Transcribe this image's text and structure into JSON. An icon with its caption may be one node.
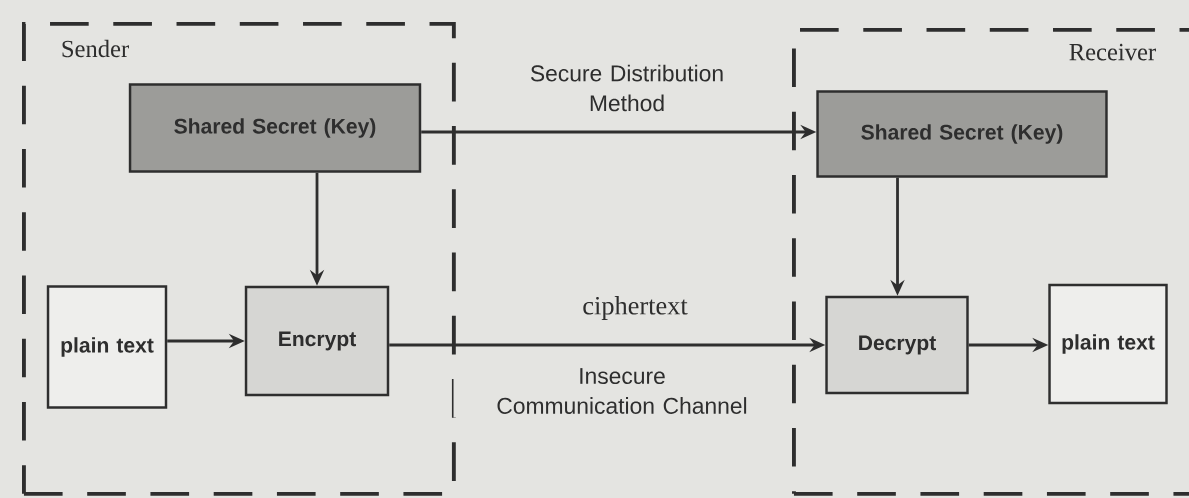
{
  "diagram": {
    "nodes": [
      {
        "text": [
          "Sender"
        ]
      },
      {
        "text": [
          "Shared Secret (Key)"
        ],
        "in": 0
      },
      {
        "text": [
          "plain text"
        ],
        "in": 0
      },
      {
        "text": [
          "Encrypt"
        ],
        "in": 0
      },
      {
        "text": [
          "Receiver"
        ]
      },
      {
        "text": [
          "Shared Secret (Key)"
        ],
        "in": 4
      },
      {
        "text": [
          "Decrypt"
        ],
        "in": 4
      },
      {
        "text": [
          "plain text"
        ],
        "in": 4
      }
    ],
    "edges": [
      {
        "from": 1,
        "to": 5,
        "arrow": "to",
        "label": "Secure Distribution Method"
      },
      {
        "from": 1,
        "to": 3,
        "arrow": "to"
      },
      {
        "from": 2,
        "to": 3,
        "arrow": "to"
      },
      {
        "from": 3,
        "to": 6,
        "arrow": "to",
        "label": "ciphertext"
      },
      {
        "from": 5,
        "to": 6,
        "arrow": "to"
      },
      {
        "from": 6,
        "to": 7,
        "arrow": "to"
      }
    ],
    "labels": [
      "Insecure Communication Channel"
    ]
  }
}
